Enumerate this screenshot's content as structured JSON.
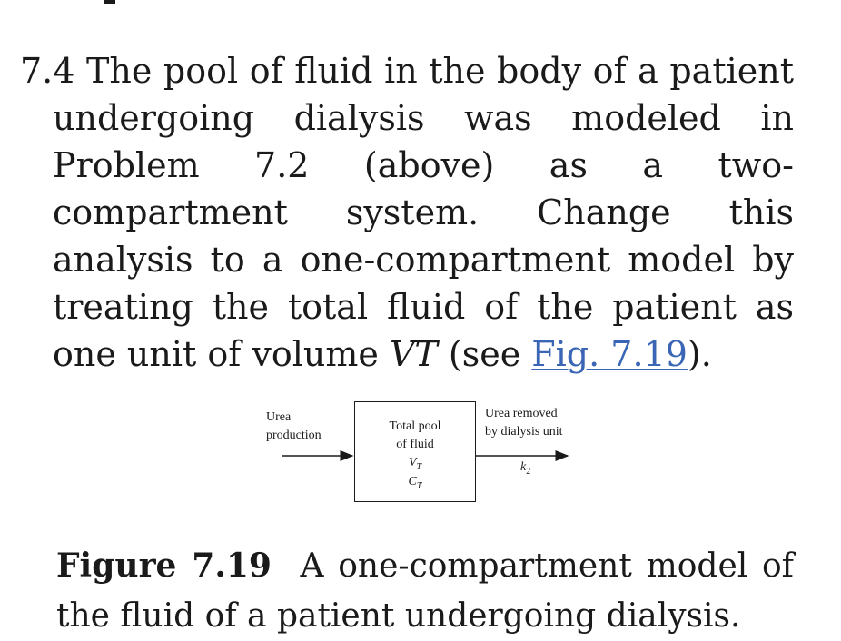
{
  "problem": {
    "number": "7.4",
    "text_before": "The pool of fluid in the body of a patient undergoing dialysis was modeled in Problem 7.2 (above) as a two-compartment system. Change this analysis to a one-compartment model by treating the total fluid of the patient as one unit of volume",
    "variable": "VT",
    "see": "(see",
    "link": "Fig. 7.19",
    "close": ")."
  },
  "diagram": {
    "input_label_line1": "Urea",
    "input_label_line2": "production",
    "box_label_line1": "Total pool",
    "box_label_line2": "of fluid",
    "volume_symbol": "V",
    "volume_sub": "T",
    "conc_symbol": "C",
    "conc_sub": "T",
    "output_label_line1": "Urea removed",
    "output_label_line2": "by dialysis unit",
    "rate_symbol": "k",
    "rate_sub": "2"
  },
  "caption": {
    "label": "Figure 7.19",
    "text": "A one-compartment model of the fluid of a patient undergoing dialysis."
  }
}
